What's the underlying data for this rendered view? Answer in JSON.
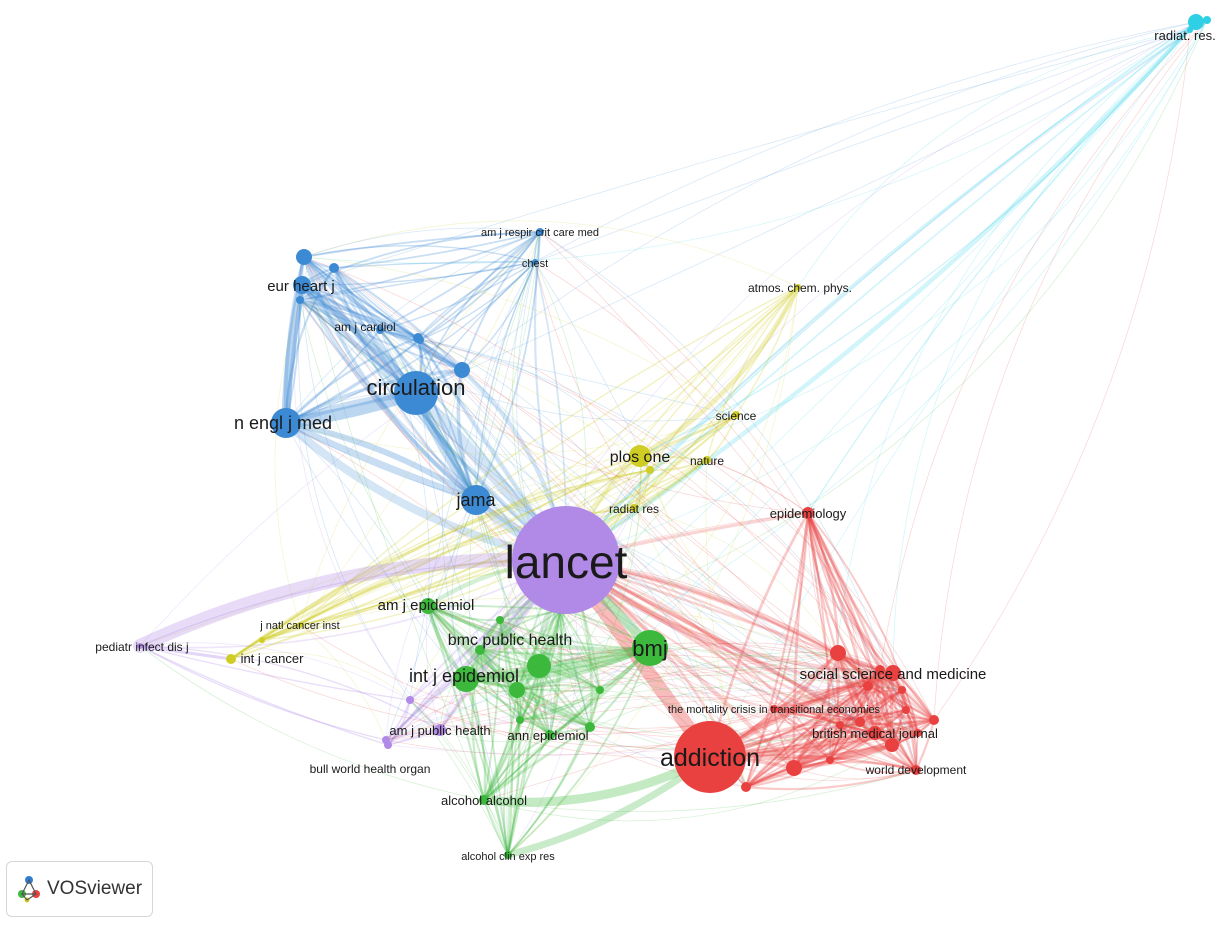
{
  "app": {
    "name": "VOSviewer"
  },
  "clusters": {
    "purple": "#b189e6",
    "blue": "#3d8ad4",
    "green": "#3cb83c",
    "red": "#e8413f",
    "yellow": "#cfcd24",
    "cyan": "#2fd0e6"
  },
  "chart_data": {
    "type": "network",
    "nodes": [
      {
        "id": "lancet",
        "label": "lancet",
        "cluster": "purple"
      },
      {
        "id": "addiction",
        "label": "addiction",
        "cluster": "red"
      },
      {
        "id": "circulation",
        "label": "circulation",
        "cluster": "blue"
      },
      {
        "id": "nejm",
        "label": "n engl j med",
        "cluster": "blue"
      },
      {
        "id": "jama",
        "label": "jama",
        "cluster": "blue"
      },
      {
        "id": "bmj",
        "label": "bmj",
        "cluster": "green"
      },
      {
        "id": "ije",
        "label": "int j epidemiol",
        "cluster": "green"
      },
      {
        "id": "bmcph",
        "label": "bmc public health",
        "cluster": "green"
      },
      {
        "id": "ajepi",
        "label": "am j epidemiol",
        "cluster": "green"
      },
      {
        "id": "ajph",
        "label": "am j public health",
        "cluster": "purple"
      },
      {
        "id": "annepi",
        "label": "ann epidemiol",
        "cluster": "green"
      },
      {
        "id": "alcalc",
        "label": "alcohol alcohol",
        "cluster": "green"
      },
      {
        "id": "acer",
        "label": "alcohol clin exp res",
        "cluster": "green"
      },
      {
        "id": "bwho",
        "label": "bull world health organ",
        "cluster": "purple"
      },
      {
        "id": "ehj",
        "label": "eur heart j",
        "cluster": "blue"
      },
      {
        "id": "ajc",
        "label": "am j cardiol",
        "cluster": "blue"
      },
      {
        "id": "ajrccm",
        "label": "am j respir crit care med",
        "cluster": "blue"
      },
      {
        "id": "chest",
        "label": "chest",
        "cluster": "blue"
      },
      {
        "id": "plosone",
        "label": "plos one",
        "cluster": "yellow"
      },
      {
        "id": "nature",
        "label": "nature",
        "cluster": "yellow"
      },
      {
        "id": "science",
        "label": "science",
        "cluster": "yellow"
      },
      {
        "id": "atmos",
        "label": "atmos. chem. phys.",
        "cluster": "yellow"
      },
      {
        "id": "radiatres",
        "label": "radiat res",
        "cluster": "yellow"
      },
      {
        "id": "jnci",
        "label": "j natl cancer inst",
        "cluster": "yellow"
      },
      {
        "id": "ijc",
        "label": "int j cancer",
        "cluster": "yellow"
      },
      {
        "id": "pidj",
        "label": "pediatr infect dis j",
        "cluster": "purple"
      },
      {
        "id": "epidemiology",
        "label": "epidemiology",
        "cluster": "red"
      },
      {
        "id": "ssm",
        "label": "social science and medicine",
        "cluster": "red"
      },
      {
        "id": "mortality",
        "label": "the mortality crisis in transitional economies",
        "cluster": "red"
      },
      {
        "id": "bmj2",
        "label": "british medical journal",
        "cluster": "red"
      },
      {
        "id": "worlddev",
        "label": "world development",
        "cluster": "red"
      },
      {
        "id": "radiatres2",
        "label": "radiat. res.",
        "cluster": "cyan"
      }
    ]
  }
}
